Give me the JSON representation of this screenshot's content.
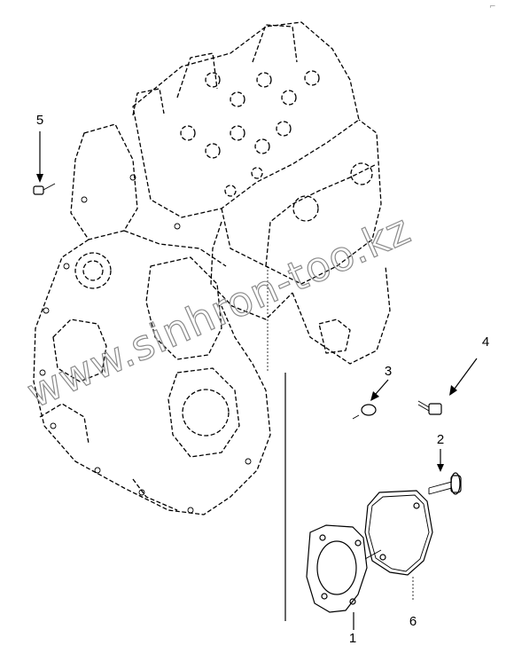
{
  "diagram": {
    "watermark": "www.sinhron-too.kz",
    "corner_mark": "⌐",
    "callouts": [
      {
        "id": "1",
        "label": "1"
      },
      {
        "id": "2",
        "label": "2"
      },
      {
        "id": "3",
        "label": "3"
      },
      {
        "id": "4",
        "label": "4"
      },
      {
        "id": "5",
        "label": "5"
      },
      {
        "id": "6",
        "label": "6"
      }
    ]
  }
}
